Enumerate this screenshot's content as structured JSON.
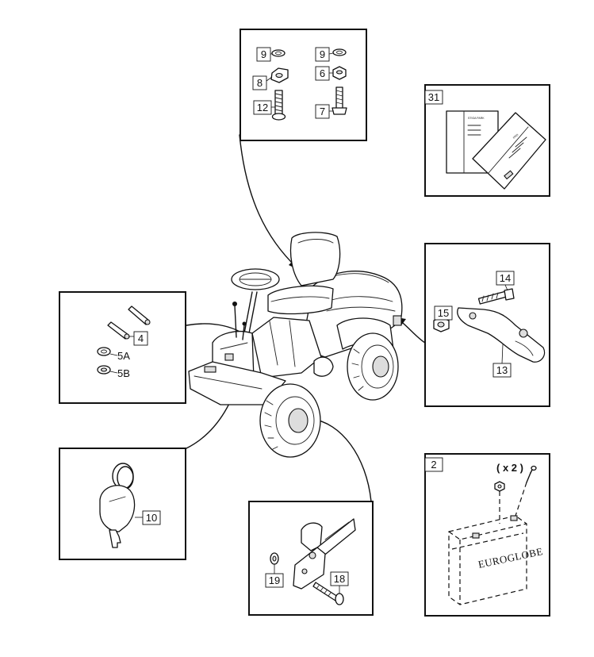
{
  "callouts": {
    "c9a": "9",
    "c8": "8",
    "c12": "12",
    "c9b": "9",
    "c6": "6",
    "c7": "7",
    "c31": "31",
    "c14": "14",
    "c15": "15",
    "c13": "13",
    "c4": "4",
    "c5a": "5A",
    "c5b": "5B",
    "c10": "10",
    "c19": "19",
    "c18": "18",
    "c2": "2"
  },
  "battery": {
    "qty_label": "( x 2 )",
    "brand": "EUROGLOBE"
  },
  "manual": {
    "cover_line1": "STIGA PARK",
    "cover_line2": "PRO"
  }
}
